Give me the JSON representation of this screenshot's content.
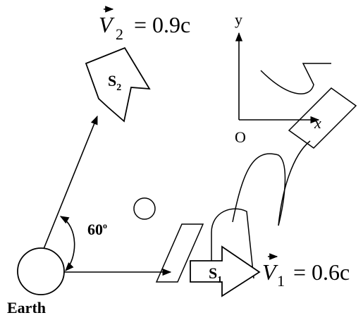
{
  "ship2": {
    "velocity_symbol": "V",
    "velocity_subscript": "2",
    "velocity_value": "= 0.9c",
    "label": "S",
    "label_subscript": "2"
  },
  "ship1": {
    "velocity_symbol": "V",
    "velocity_subscript": "1",
    "velocity_value": "= 0.6c",
    "label": "S",
    "label_subscript": "1"
  },
  "axes": {
    "y_label": "y",
    "x_label": "x",
    "origin_label": "O"
  },
  "angle_label": "60",
  "angle_unit": "o",
  "earth_label": "Earth"
}
